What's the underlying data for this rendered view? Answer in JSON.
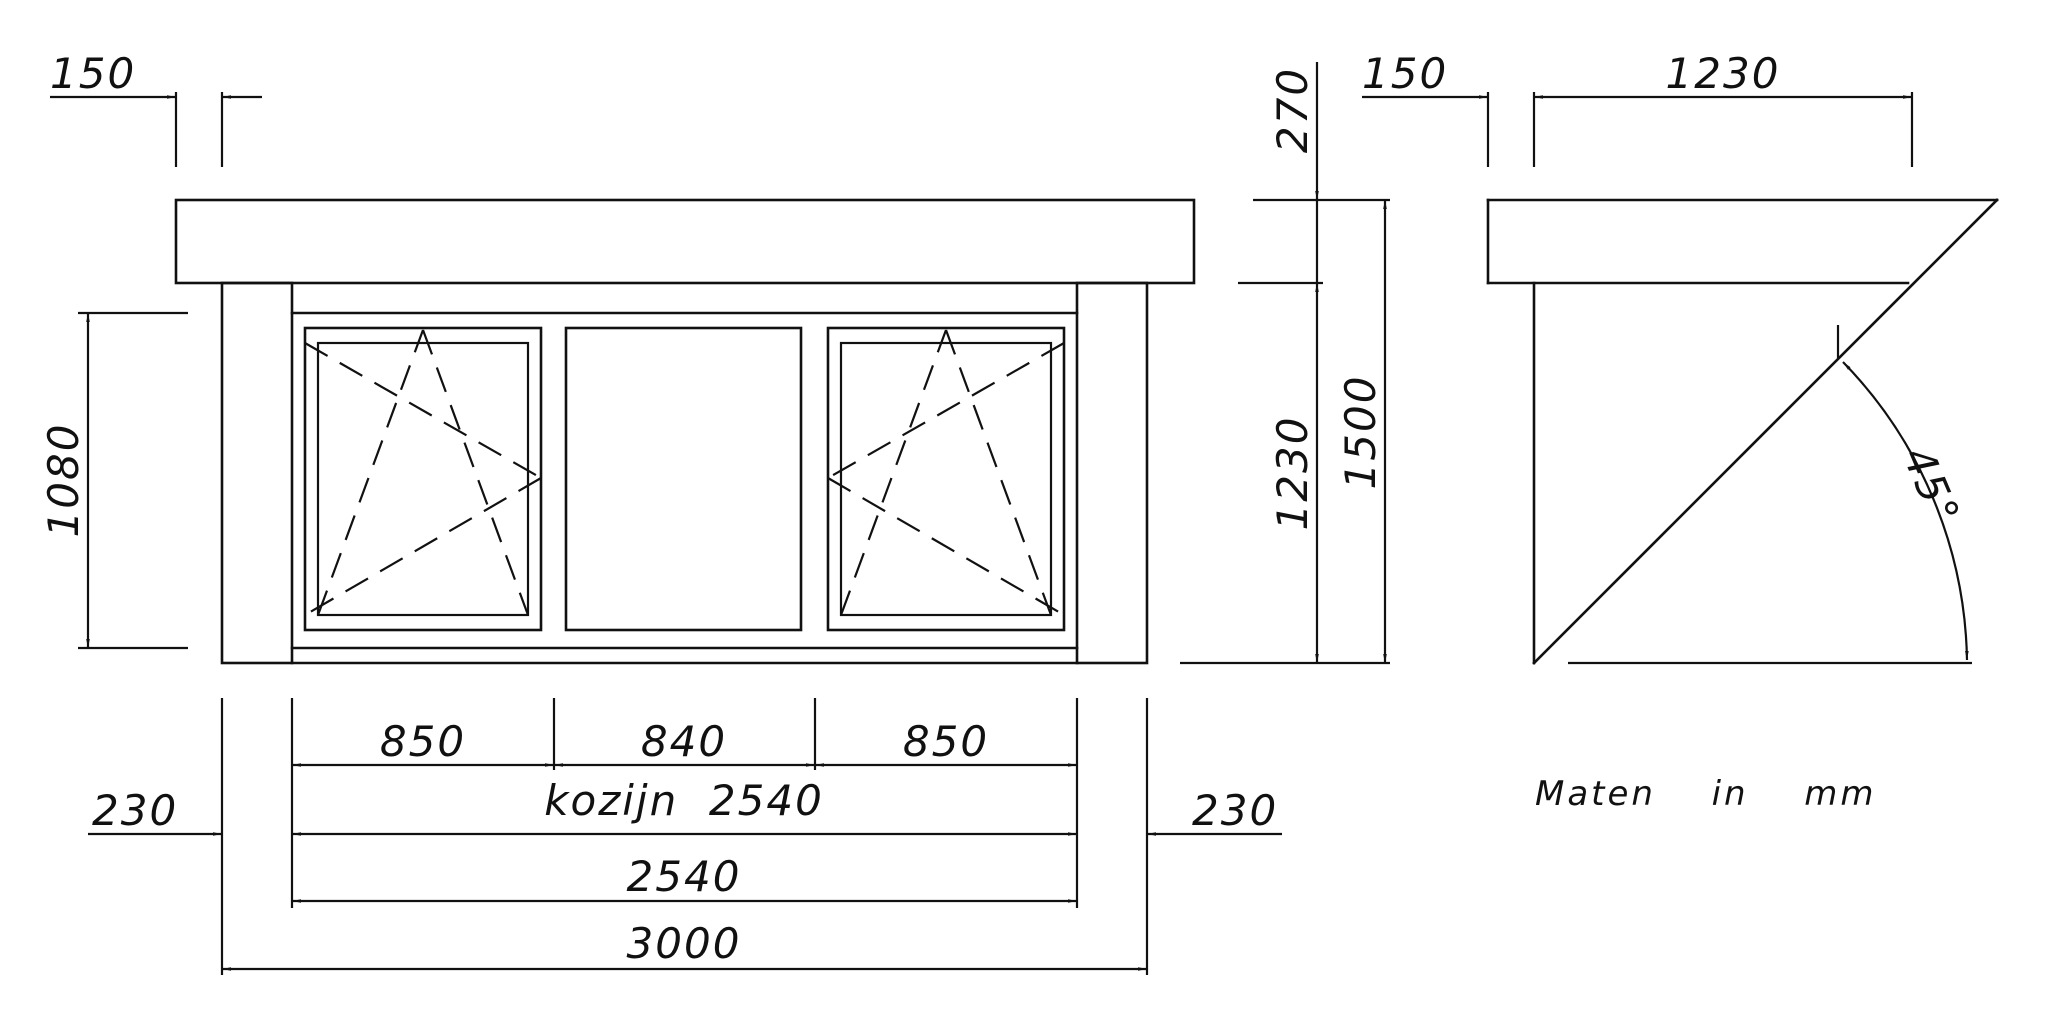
{
  "front_view": {
    "overhang_label": "150",
    "wall_height_label": "1080",
    "sash_left_label": "850",
    "fixed_pane_label": "840",
    "sash_right_label": "850",
    "frame_label": "kozijn  2540",
    "pier_left_label": "230",
    "pier_right_label": "230",
    "opening_label": "2540",
    "total_width_label": "3000"
  },
  "side_view": {
    "roof_thickness_label": "270",
    "wall_height_label": "1230",
    "total_height_label": "1500",
    "overhang_label": "150",
    "depth_label": "1230",
    "angle_label": "45°"
  },
  "note": "Maten  in  mm",
  "colors": {
    "line": "#111111",
    "background": "#ffffff"
  }
}
